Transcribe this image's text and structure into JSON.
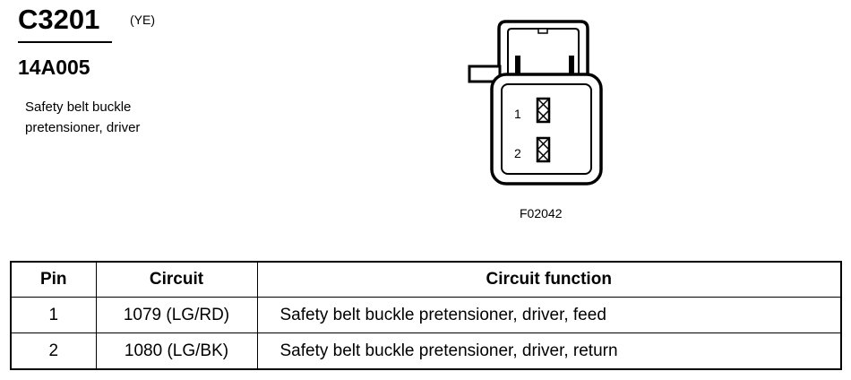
{
  "header": {
    "connector_id": "C3201",
    "connector_color": "(YE)",
    "part_number": "14A005",
    "description_line1": "Safety belt buckle",
    "description_line2": "pretensioner, driver"
  },
  "diagram": {
    "figure_id": "F02042",
    "pin_labels": [
      "1",
      "2"
    ]
  },
  "table": {
    "headers": {
      "pin": "Pin",
      "circuit": "Circuit",
      "function": "Circuit function"
    },
    "rows": [
      {
        "pin": "1",
        "circuit": "1079 (LG/RD)",
        "function": "Safety belt buckle pretensioner, driver, feed"
      },
      {
        "pin": "2",
        "circuit": "1080 (LG/BK)",
        "function": "Safety belt buckle pretensioner, driver, return"
      }
    ]
  }
}
